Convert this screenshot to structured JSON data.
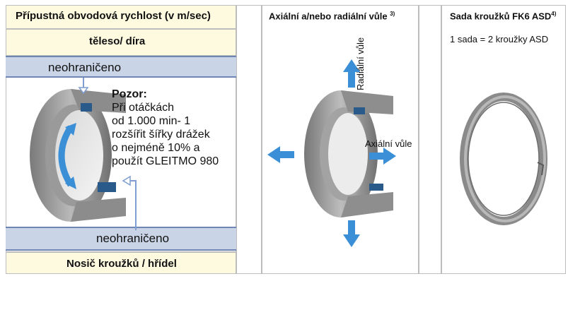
{
  "col1": {
    "header": "Přípustná obvodová rychlost (v m/sec)",
    "subheader": "těleso/ díra",
    "top_label": "neohraničeno",
    "bottom_label": "neohraničeno",
    "footer": "Nosič kroužků / hřídel",
    "note": {
      "title": "Pozor:",
      "lines": [
        "Při otáčkách",
        "od 1.000 min- 1",
        "rozšířit šířky drážek",
        "o nejméně 10% a",
        "použít GLEITMO 980"
      ]
    }
  },
  "col2": {
    "header": "Axiální a/nebo radiální vůle",
    "header_sup": "3)",
    "radial_label": "Radiální vůle",
    "axial_label": "Axiální vůle"
  },
  "col3": {
    "header": "Sada kroužků FK6 ASD",
    "header_sup": "4)",
    "subtext": "1 sada = 2 kroužky ASD"
  },
  "colors": {
    "band": "#c9d4e6",
    "band_border": "#6e86b3",
    "arrow": "#3b8fd6",
    "header_bg": "#fdfae0",
    "seal": "#2a5a8a"
  }
}
